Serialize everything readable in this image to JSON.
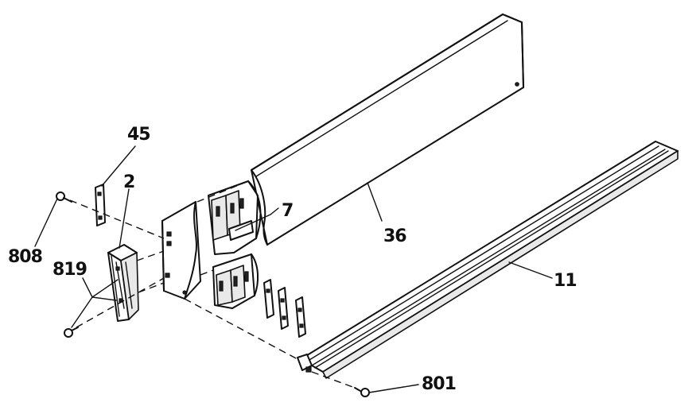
{
  "callouts": {
    "c45": "45",
    "c2": "2",
    "c7": "7",
    "c36": "36",
    "c808": "808",
    "c819": "819",
    "c11": "11",
    "c801": "801"
  },
  "colors": {
    "line": "#111111",
    "background": "#ffffff"
  }
}
